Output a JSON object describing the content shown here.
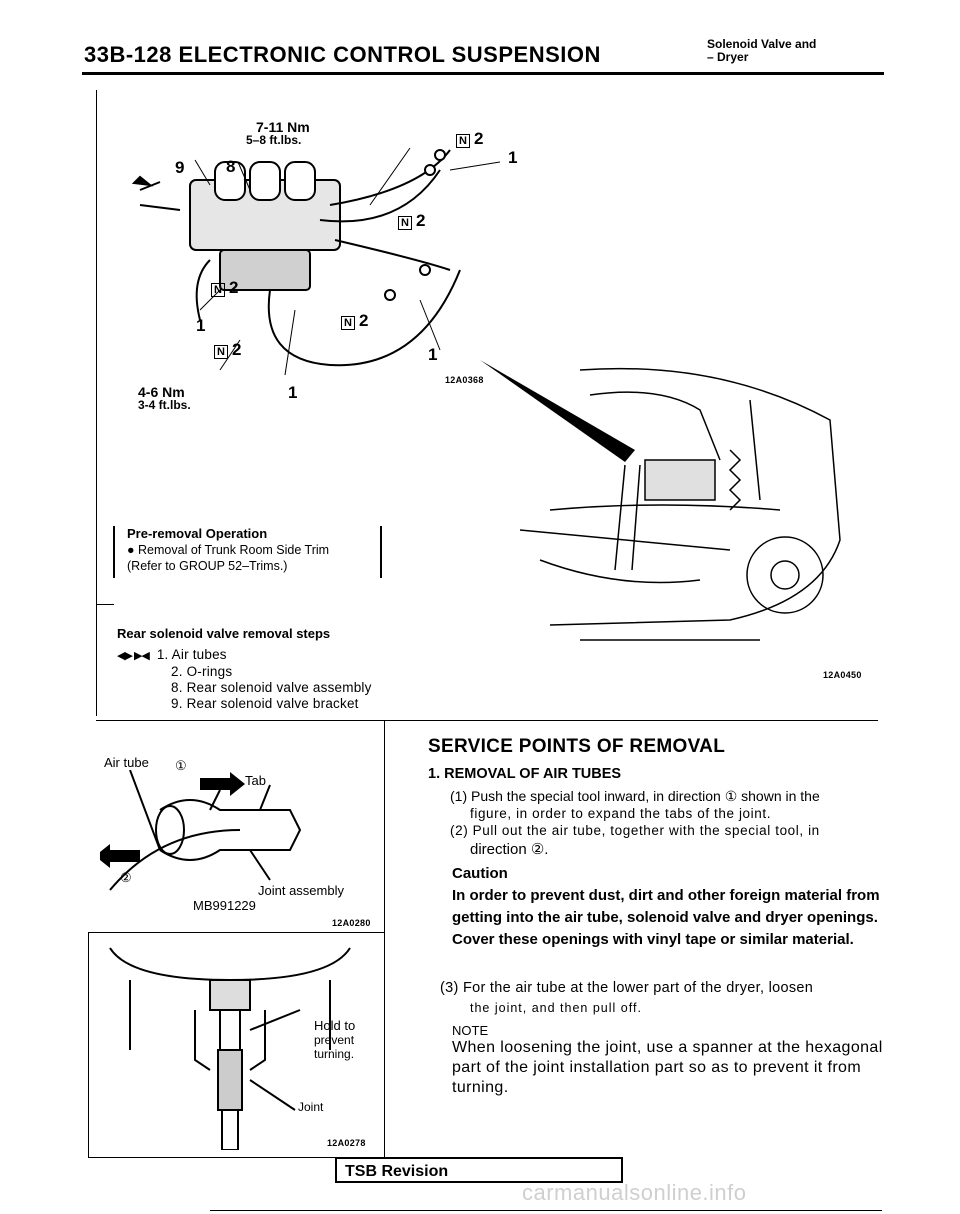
{
  "header": {
    "page_ref": "33B-128",
    "title": "ELECTRONIC CONTROL SUSPENSION",
    "section_line1": "Solenoid Valve and",
    "section_line2": "– Dryer"
  },
  "diagram": {
    "torque_top_nm": "7-11 Nm",
    "torque_top_ft": "5–8 ft.lbs.",
    "torque_bottom_nm": "4-6 Nm",
    "torque_bottom_ft": "3-4 ft.lbs.",
    "callout_n2": "2",
    "callout_1": "1",
    "callout_8": "8",
    "callout_9": "9",
    "code_main": "12A0368",
    "code_car": "12A0450"
  },
  "pre_removal": {
    "title": "Pre-removal Operation",
    "item": "Removal of Trunk Room Side Trim",
    "ref": "(Refer to GROUP 52–Trims.)"
  },
  "removal_steps": {
    "title": "Rear solenoid valve removal steps",
    "items": [
      "1. Air tubes",
      "2. O-rings",
      "8. Rear solenoid valve assembly",
      "9. Rear solenoid valve bracket"
    ]
  },
  "fig_airtube": {
    "air_tube": "Air tube",
    "marker1": "①",
    "tab": "Tab",
    "marker2": "②",
    "joint_assembly": "Joint assembly",
    "tool": "MB991229",
    "code": "12A0280"
  },
  "fig_joint": {
    "hold": "Hold to",
    "prevent": "prevent",
    "turning": "turning.",
    "joint": "Joint",
    "code": "12A0278"
  },
  "service_points": {
    "title": "SERVICE POINTS OF REMOVAL",
    "subtitle": "1. REMOVAL OF AIR TUBES",
    "p1_line1": "(1) Push the special tool inward, in direction ① shown in the",
    "p1_line2": "figure, in order to expand the tabs of the joint.",
    "p2_line1": "(2) Pull out the air tube, together with the special tool, in",
    "p2_line2": "direction ②.",
    "caution_title": "Caution",
    "caution_body": "In order to prevent dust, dirt and other foreign material from getting into the air tube, solenoid valve and dryer openings. Cover these openings with vinyl tape or similar material.",
    "p3_line1": "(3) For the air tube at the lower part of the dryer, loosen",
    "p3_line2": "the joint, and then pull off.",
    "note_title": "NOTE",
    "note_body": "When loosening the joint, use a spanner at the hexagonal part of the joint installation part so as to prevent it from turning."
  },
  "footer": {
    "tsb": "TSB Revision",
    "watermark": "carmanualsonline.info"
  }
}
